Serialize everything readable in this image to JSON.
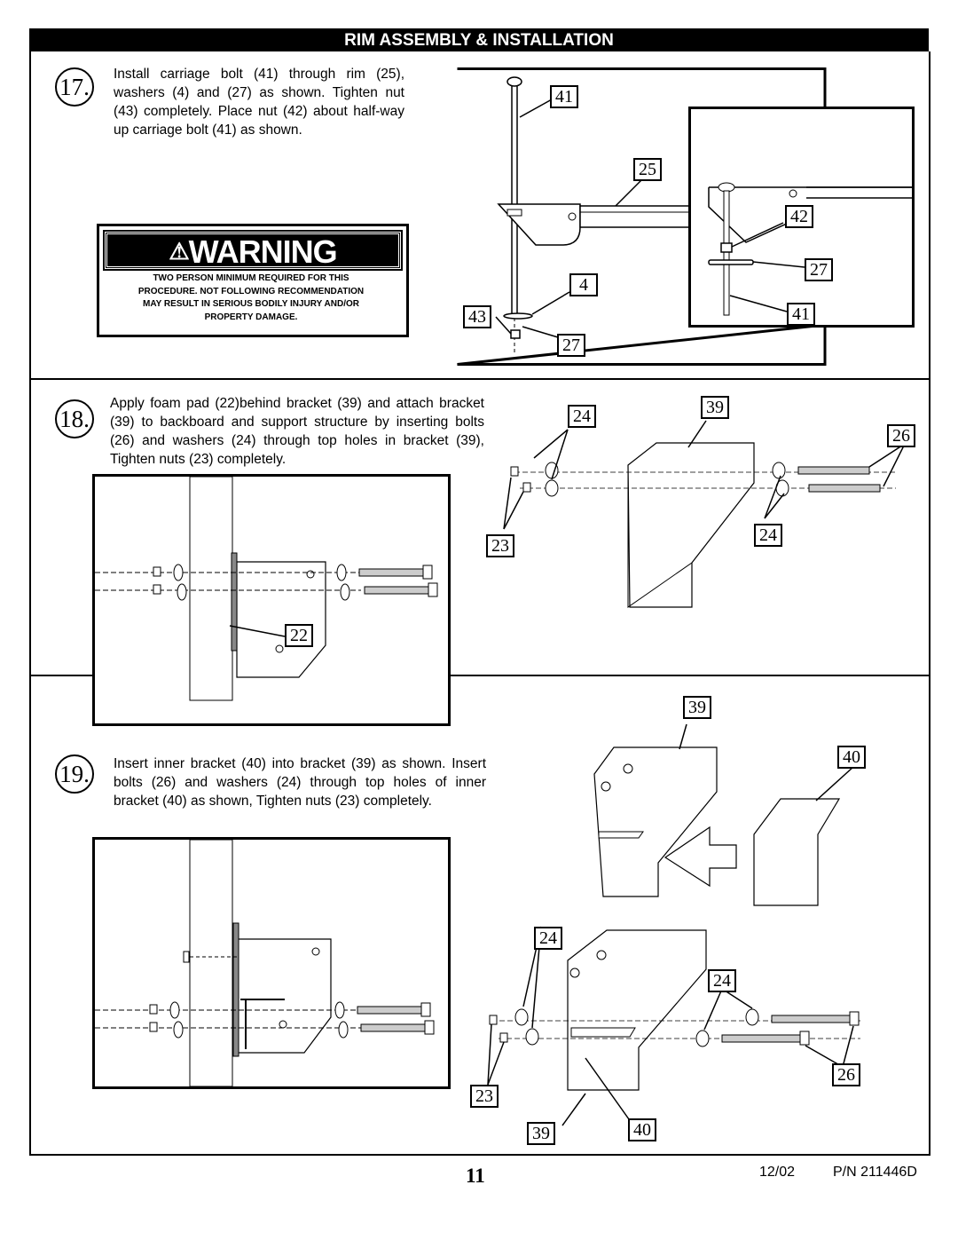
{
  "header": {
    "title": "RIM ASSEMBLY & INSTALLATION"
  },
  "steps": [
    {
      "number": "17.",
      "text": "Install carriage bolt (41) through rim (25), washers (4) and (27) as shown. Tighten nut (43) completely.  Place nut (42) about half-way up carriage bolt (41) as shown."
    },
    {
      "number": "18.",
      "text": "Apply foam pad (22)behind bracket (39) and attach bracket (39) to backboard and support structure by inserting bolts (26) and washers (24) through top holes in bracket (39), Tighten nuts (23) completely."
    },
    {
      "number": "19.",
      "text": "Insert inner bracket (40) into bracket (39) as shown. Insert bolts (26) and washers (24) through top holes of inner bracket (40) as shown, Tighten nuts (23) completely."
    }
  ],
  "warning": {
    "icon": "warning-triangle-icon",
    "title": "WARNING",
    "lines": [
      "TWO PERSON MINIMUM REQUIRED FOR THIS",
      "PROCEDURE. NOT FOLLOWING RECOMMENDATION",
      "MAY RESULT IN SERIOUS BODILY INJURY AND/OR",
      "PROPERTY DAMAGE."
    ]
  },
  "callouts": {
    "s17": [
      "41",
      "25",
      "4",
      "43",
      "27",
      "42",
      "27",
      "41"
    ],
    "s18": [
      "24",
      "39",
      "26",
      "23",
      "24",
      "22"
    ],
    "s19": [
      "39",
      "40",
      "24",
      "24",
      "26",
      "23",
      "39",
      "40"
    ]
  },
  "footer": {
    "page": "11",
    "date": "12/02",
    "part_number": "P/N 211446D"
  }
}
